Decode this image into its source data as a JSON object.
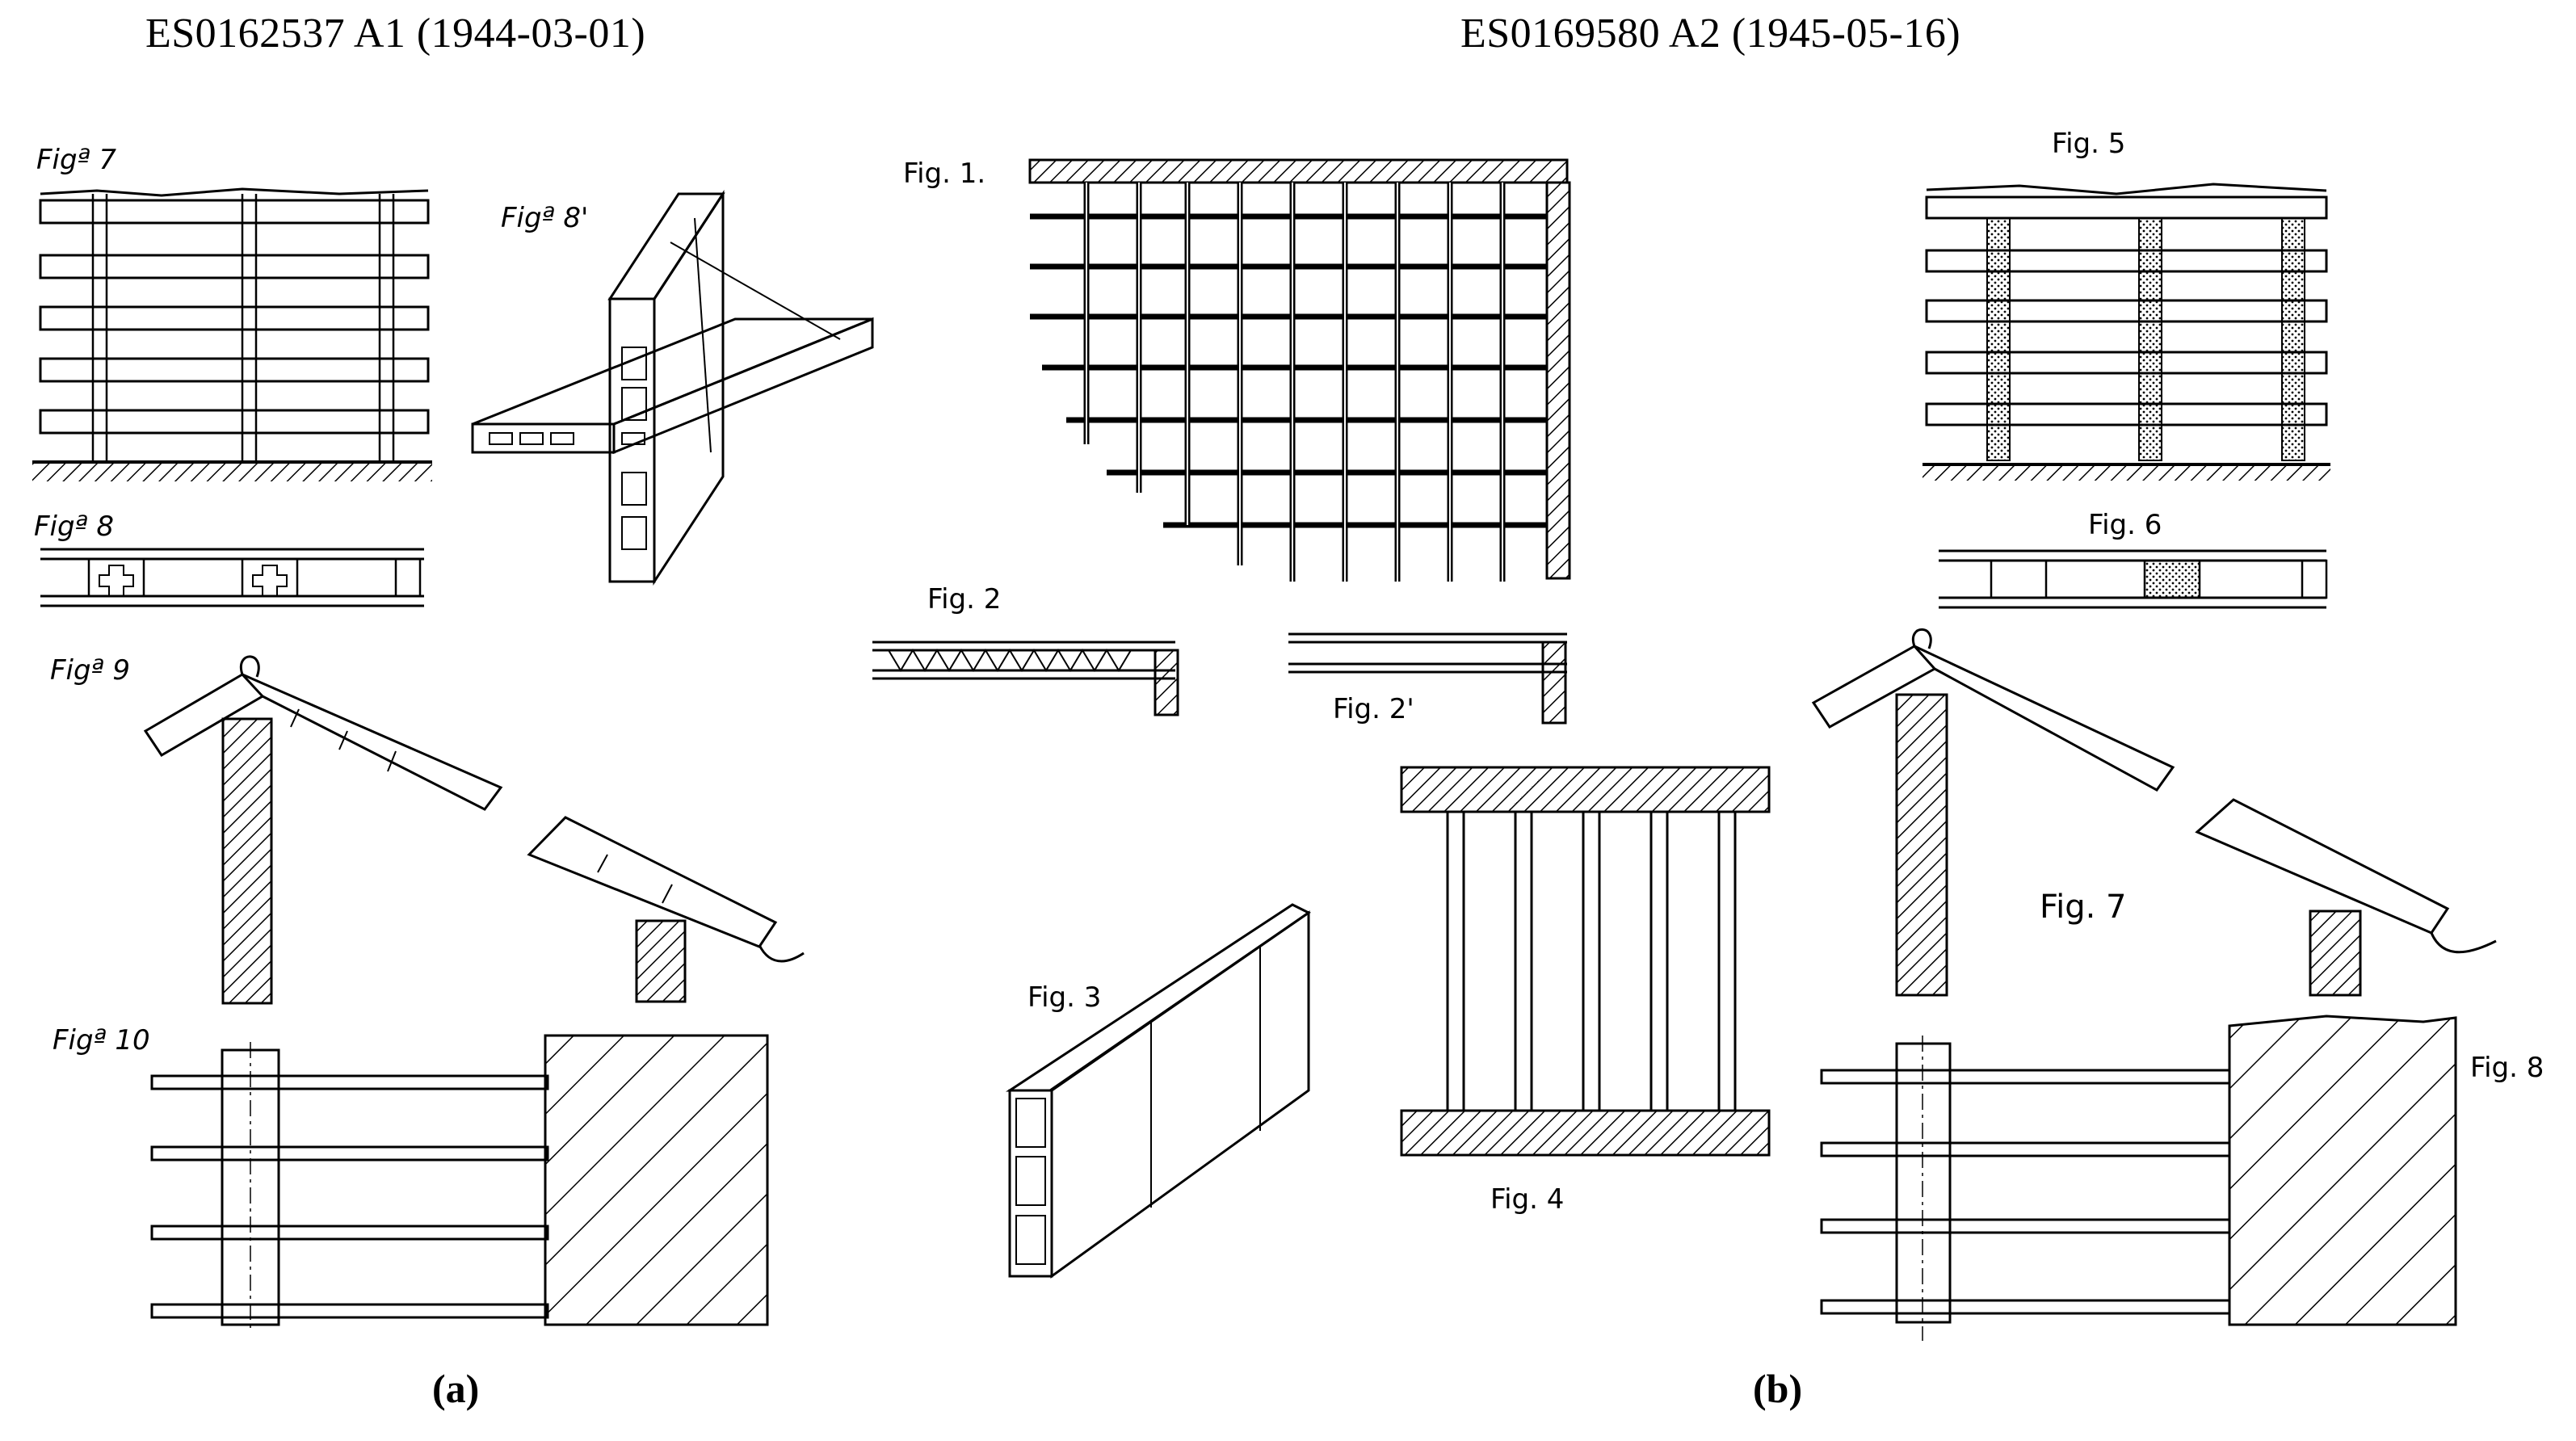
{
  "panels": [
    {
      "title": "ES0162537 A1 (1944-03-01)",
      "sublabel": "(a)",
      "figures": [
        "Figª 7",
        "Figª 8'",
        "Figª 8",
        "Figª 9",
        "Figª 10"
      ]
    },
    {
      "title": "ES0169580 A2 (1945-05-16)",
      "sublabel": "(b)",
      "figures": [
        "Fig. 1.",
        "Fig. 2",
        "Fig. 2'",
        "Fig. 3",
        "Fig. 4",
        "Fig. 5",
        "Fig. 6",
        "Fig. 7",
        "Fig. 8"
      ]
    }
  ]
}
